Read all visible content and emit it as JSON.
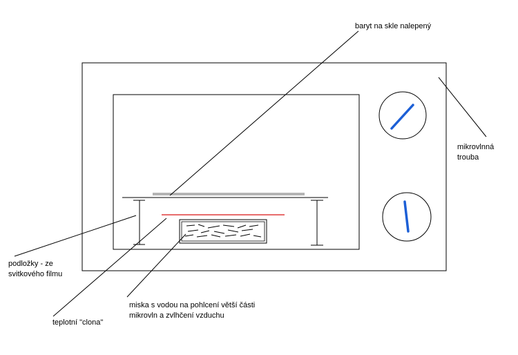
{
  "labels": {
    "baryt": "baryt na skle nalepený",
    "oven_line1": "mikrovlnná",
    "oven_line2": "trouba",
    "supports_line1": "podložky - ze",
    "supports_line2": "svitkového filmu",
    "shield": "teplotní \"clona\"",
    "dish_line1": "miska s vodou na pohlcení větší části",
    "dish_line2": "mikrovln a zvlhčení vzduchu"
  },
  "colors": {
    "outline": "#000000",
    "glass_plate": "#b4b4b4",
    "heat_shield": "#e03c3c",
    "knob_indicator": "#1c5fd6"
  },
  "icons": {
    "upper_knob": "dial-knob-icon",
    "lower_knob": "dial-knob-icon"
  }
}
